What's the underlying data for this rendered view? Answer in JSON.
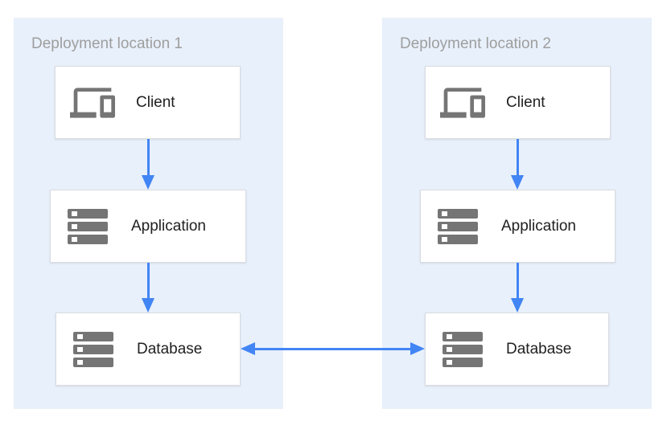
{
  "colors": {
    "zone_background": "#E8F0FB",
    "node_background": "#FFFFFF",
    "node_border": "#DADCE0",
    "arrow_blue": "#4285F4",
    "icon_gray": "#757575",
    "zone_title_gray": "#9E9E9E",
    "node_label_text": "#212121"
  },
  "zones": [
    {
      "title": "Deployment location 1",
      "nodes": [
        {
          "label": "Client",
          "icon": "devices-icon"
        },
        {
          "label": "Application",
          "icon": "server-stack-icon"
        },
        {
          "label": "Database",
          "icon": "server-stack-icon"
        }
      ]
    },
    {
      "title": "Deployment location 2",
      "nodes": [
        {
          "label": "Client",
          "icon": "devices-icon"
        },
        {
          "label": "Application",
          "icon": "server-stack-icon"
        },
        {
          "label": "Database",
          "icon": "server-stack-icon"
        }
      ]
    }
  ],
  "connections": [
    {
      "from": "zone1-client",
      "to": "zone1-application",
      "direction": "down"
    },
    {
      "from": "zone1-application",
      "to": "zone1-database",
      "direction": "down"
    },
    {
      "from": "zone2-client",
      "to": "zone2-application",
      "direction": "down"
    },
    {
      "from": "zone2-application",
      "to": "zone2-database",
      "direction": "down"
    },
    {
      "from": "zone1-database",
      "to": "zone2-database",
      "direction": "bidirectional"
    }
  ]
}
